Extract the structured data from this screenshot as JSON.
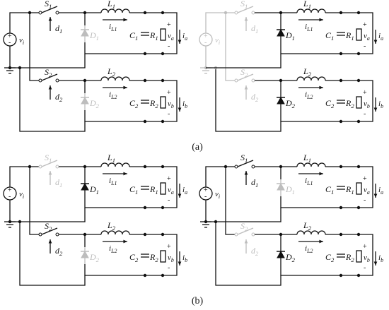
{
  "colors": {
    "active": "#111111",
    "inactive": "#bdbdbd",
    "background": "#ffffff"
  },
  "captions": {
    "a": "(a)",
    "b": "(b)"
  },
  "components": {
    "source": {
      "sub": "i"
    },
    "switch1": {
      "main": "S",
      "sub": "1"
    },
    "switch2": {
      "main": "S",
      "sub": "2"
    },
    "duty1": {
      "main": "d",
      "sub": "1"
    },
    "duty2": {
      "main": "d",
      "sub": "2"
    },
    "inductor1": {
      "main": "L",
      "sub": "1"
    },
    "inductor2": {
      "main": "L",
      "sub": "2"
    },
    "current_L1": {
      "main": "i",
      "sub": "L1"
    },
    "current_L2": {
      "main": "i",
      "sub": "L2"
    },
    "diode1": {
      "main": "D",
      "sub": "1"
    },
    "diode2": {
      "main": "D",
      "sub": "2"
    },
    "cap1": {
      "main": "C",
      "sub": "1"
    },
    "cap2": {
      "main": "C",
      "sub": "2"
    },
    "res1": {
      "main": "R",
      "sub": "1"
    },
    "res2": {
      "main": "R",
      "sub": "2"
    },
    "vout_a": {
      "main": "v",
      "sub": "a"
    },
    "vout_b": {
      "main": "v",
      "sub": "b"
    },
    "iout_a": {
      "main": "i",
      "sub": "a"
    },
    "iout_b": {
      "main": "i",
      "sub": "b"
    },
    "plus": "+",
    "minus": "-"
  },
  "panels": [
    {
      "id": "a-left",
      "state": {
        "src": true,
        "s1": true,
        "d1": false,
        "s2": true,
        "d2": false
      }
    },
    {
      "id": "a-right",
      "state": {
        "src": false,
        "s1": false,
        "d1": true,
        "s2": false,
        "d2": true
      }
    },
    {
      "id": "b-left",
      "state": {
        "src": true,
        "s1": false,
        "d1": true,
        "s2": true,
        "d2": false
      }
    },
    {
      "id": "b-right",
      "state": {
        "src": true,
        "s1": true,
        "d1": false,
        "s2": false,
        "d2": true
      }
    }
  ]
}
